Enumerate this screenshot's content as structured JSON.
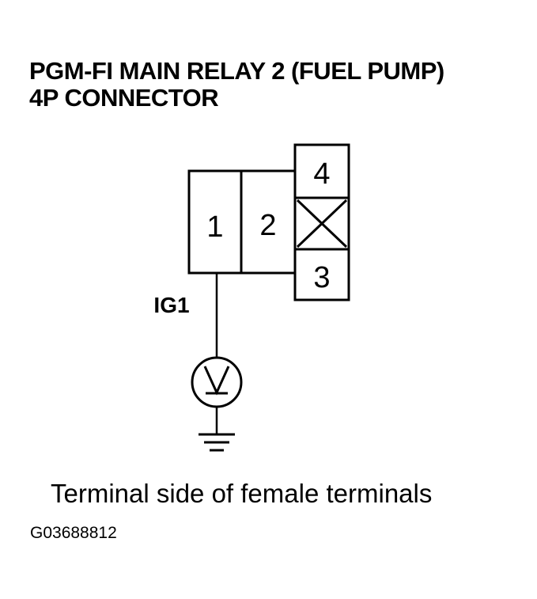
{
  "title": {
    "line1": "PGM-FI MAIN RELAY 2 (FUEL PUMP)",
    "line2": "4P CONNECTOR"
  },
  "connector": {
    "terminals": [
      "1",
      "2",
      "4",
      "3"
    ],
    "wire_label": "IG1"
  },
  "caption": "Terminal side of female terminals",
  "figure_code": "G03688812",
  "icons": [
    "voltmeter-icon",
    "ground-icon",
    "blank-terminal-x-icon"
  ],
  "colors": {
    "ink": "#000000",
    "background": "#ffffff"
  }
}
